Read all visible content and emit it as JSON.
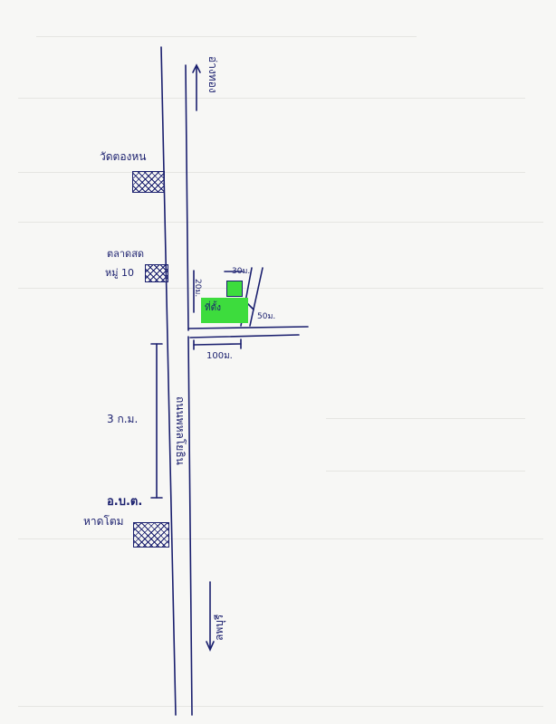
{
  "roads": {
    "main_road_label": "ถนนพหลโยธิน",
    "north_direction_label": "อ่างทอง",
    "south_direction_label": "ลพบุรี"
  },
  "landmarks": {
    "temple_label": "วัดตองหน",
    "school_label_line1": "ตลาดสด",
    "school_label_line2": "หมู่ 10",
    "subdistrict_office_label_line1": "อ.บ.ต.",
    "subdistrict_office_label_line2": "หาดโตม"
  },
  "site": {
    "site_label": "ที่ตั้ง",
    "dim_top": "30ม.",
    "dim_side": "50ม.",
    "dim_left": "20ม.",
    "dim_side_road": "100ม."
  },
  "distance_label": "3 ก.ม.",
  "colors": {
    "ink": "#1a1f6e",
    "highlight": "#3ddc3d",
    "paper": "#f7f7f5"
  }
}
